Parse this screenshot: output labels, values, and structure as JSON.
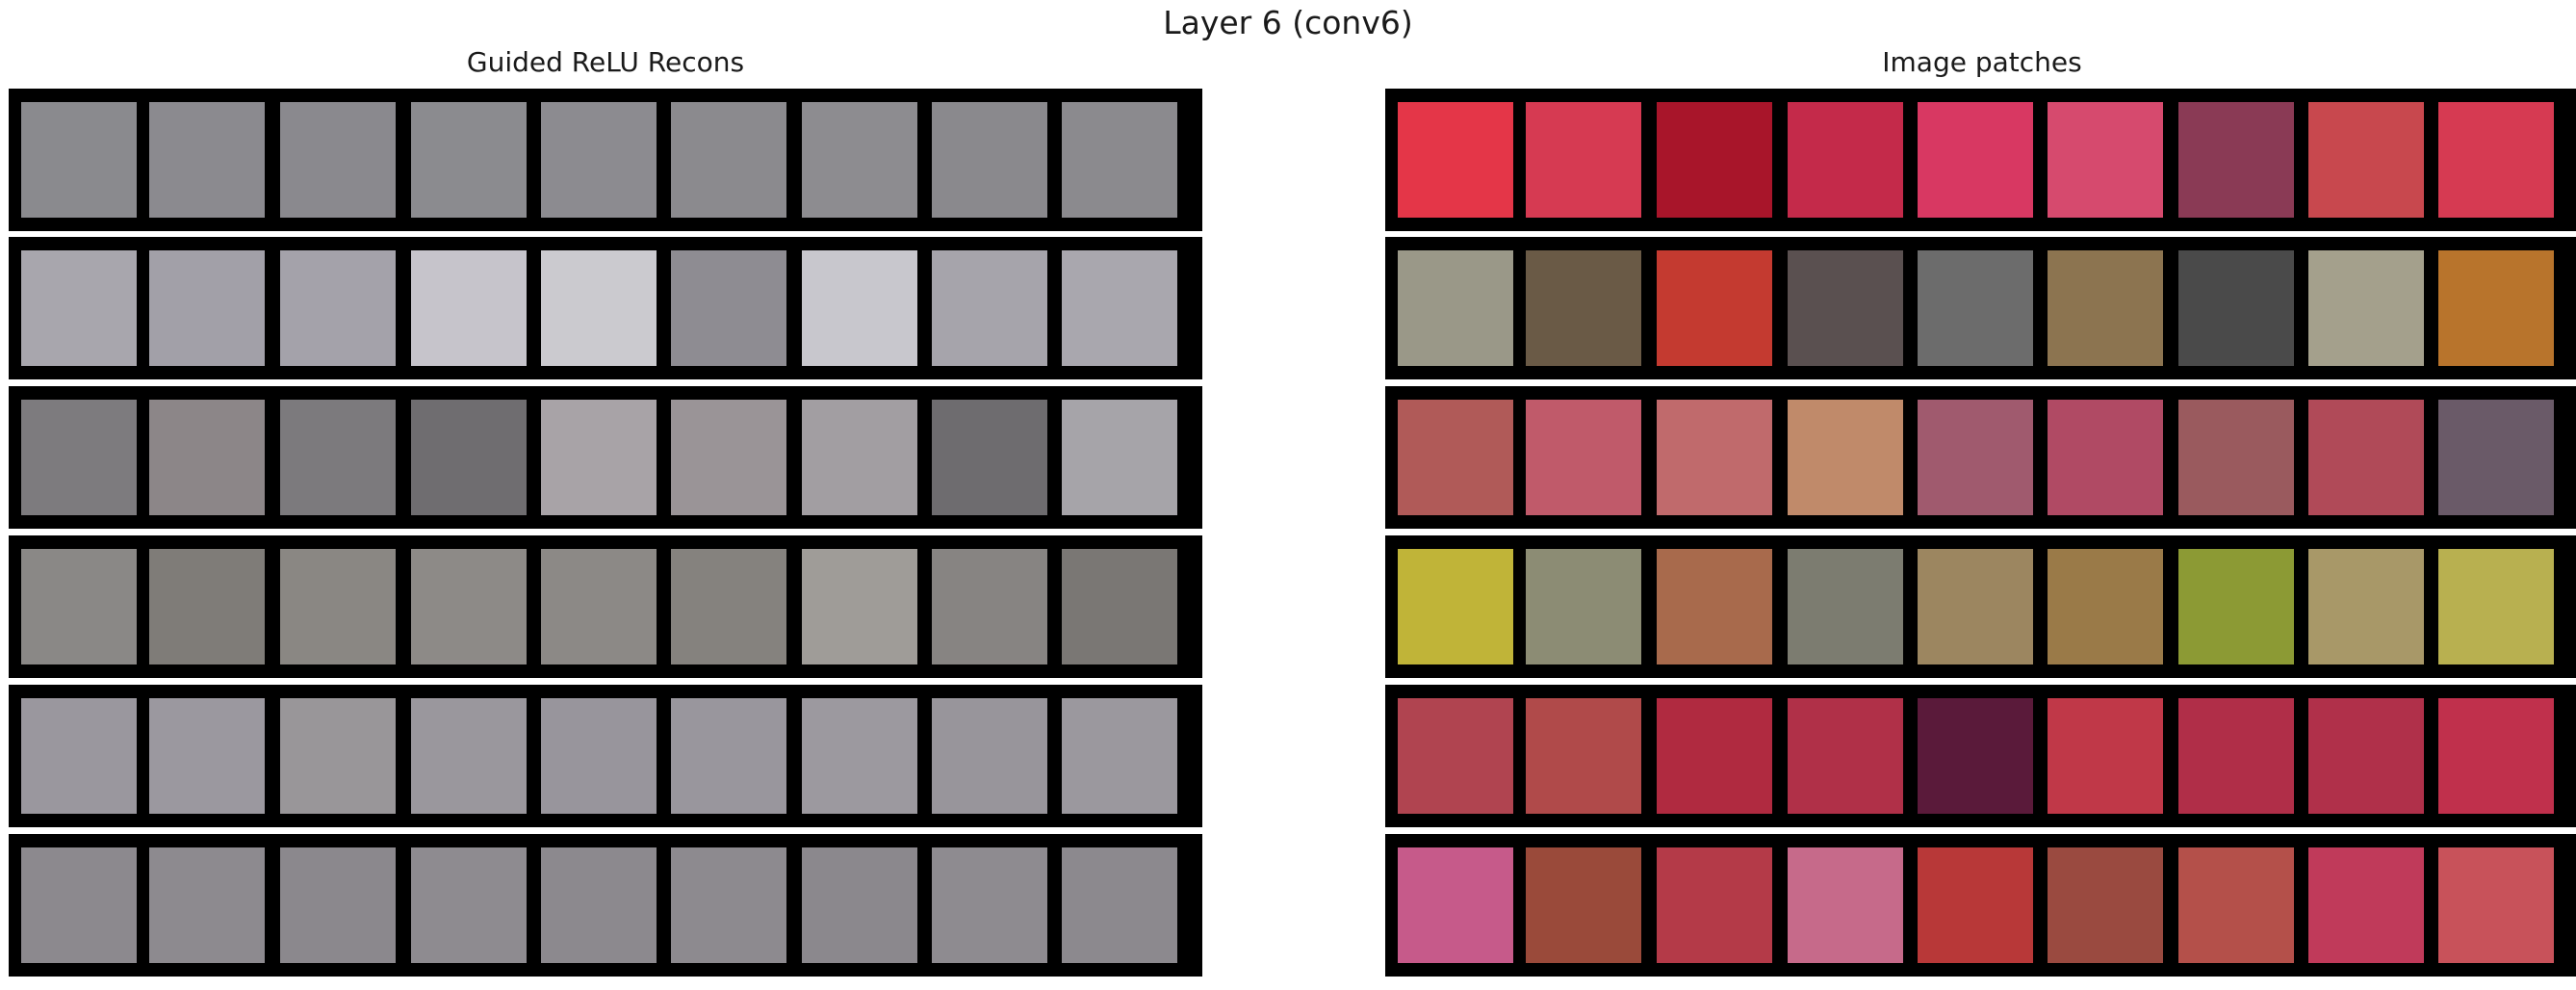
{
  "figure": {
    "title": "Layer 6 (conv6)"
  },
  "panels": {
    "left": {
      "title": "Guided ReLU Recons",
      "rows": [
        [
          "#8a8a8e",
          "#8b8a8f",
          "#8a898e",
          "#8b8b8f",
          "#8c8b90",
          "#8b8a8e",
          "#8d8c90",
          "#8a898d",
          "#8b8a8e"
        ],
        [
          "#a8a6ad",
          "#a2a0a8",
          "#a4a2aa",
          "#c6c4cb",
          "#cbcacf",
          "#8e8c92",
          "#c8c7cd",
          "#a6a4ab",
          "#a9a7ae"
        ],
        [
          "#7d7b7e",
          "#8c8688",
          "#7c7a7d",
          "#6f6d70",
          "#a8a3a7",
          "#9a9497",
          "#a29ea2",
          "#6e6c6f",
          "#a6a4a9"
        ],
        [
          "#8a8886",
          "#7f7c78",
          "#8a8783",
          "#8d8a87",
          "#8c8986",
          "#85827e",
          "#9f9c98",
          "#878482",
          "#7a7774"
        ],
        [
          "#9a979e",
          "#9b989f",
          "#999699",
          "#9a979d",
          "#98959c",
          "#99969d",
          "#9c999f",
          "#98959b",
          "#9b989e"
        ],
        [
          "#8c898e",
          "#8d8a8f",
          "#8b888d",
          "#8e8b90",
          "#8c898e",
          "#8d8a8f",
          "#8b888d",
          "#8e8b90",
          "#8c898e"
        ]
      ]
    },
    "right": {
      "title": "Image patches",
      "rows": [
        [
          "#e43648",
          "#d63a52",
          "#a8152a",
          "#c42a4a",
          "#d83862",
          "#d64a6e",
          "#8a3a55",
          "#c8484e",
          "#d63a52"
        ],
        [
          "#9a9888",
          "#6a5a46",
          "#c43a30",
          "#5a5050",
          "#6c6c6c",
          "#8c7450",
          "#4a4a4a",
          "#a4a08c",
          "#b8742c"
        ],
        [
          "#b05a58",
          "#c05a6a",
          "#c06a6c",
          "#c08a6a",
          "#a05a6e",
          "#b04a64",
          "#9a5a5e",
          "#b04a58",
          "#6a5a68"
        ],
        [
          "#c0b438",
          "#8c8c74",
          "#a86a4c",
          "#7c7c70",
          "#9c8660",
          "#9a7a48",
          "#8c9a34",
          "#a89868",
          "#b8b050"
        ],
        [
          "#b04450",
          "#b04a4a",
          "#b02a40",
          "#b03048",
          "#5a1a3a",
          "#c03848",
          "#b02e48",
          "#b0304a",
          "#c0304c"
        ],
        [
          "#c65a8a",
          "#9a4a3a",
          "#b43a48",
          "#c66a8a",
          "#b83838",
          "#9a4a40",
          "#b4504a",
          "#c03a5a",
          "#c8525a"
        ]
      ]
    }
  }
}
